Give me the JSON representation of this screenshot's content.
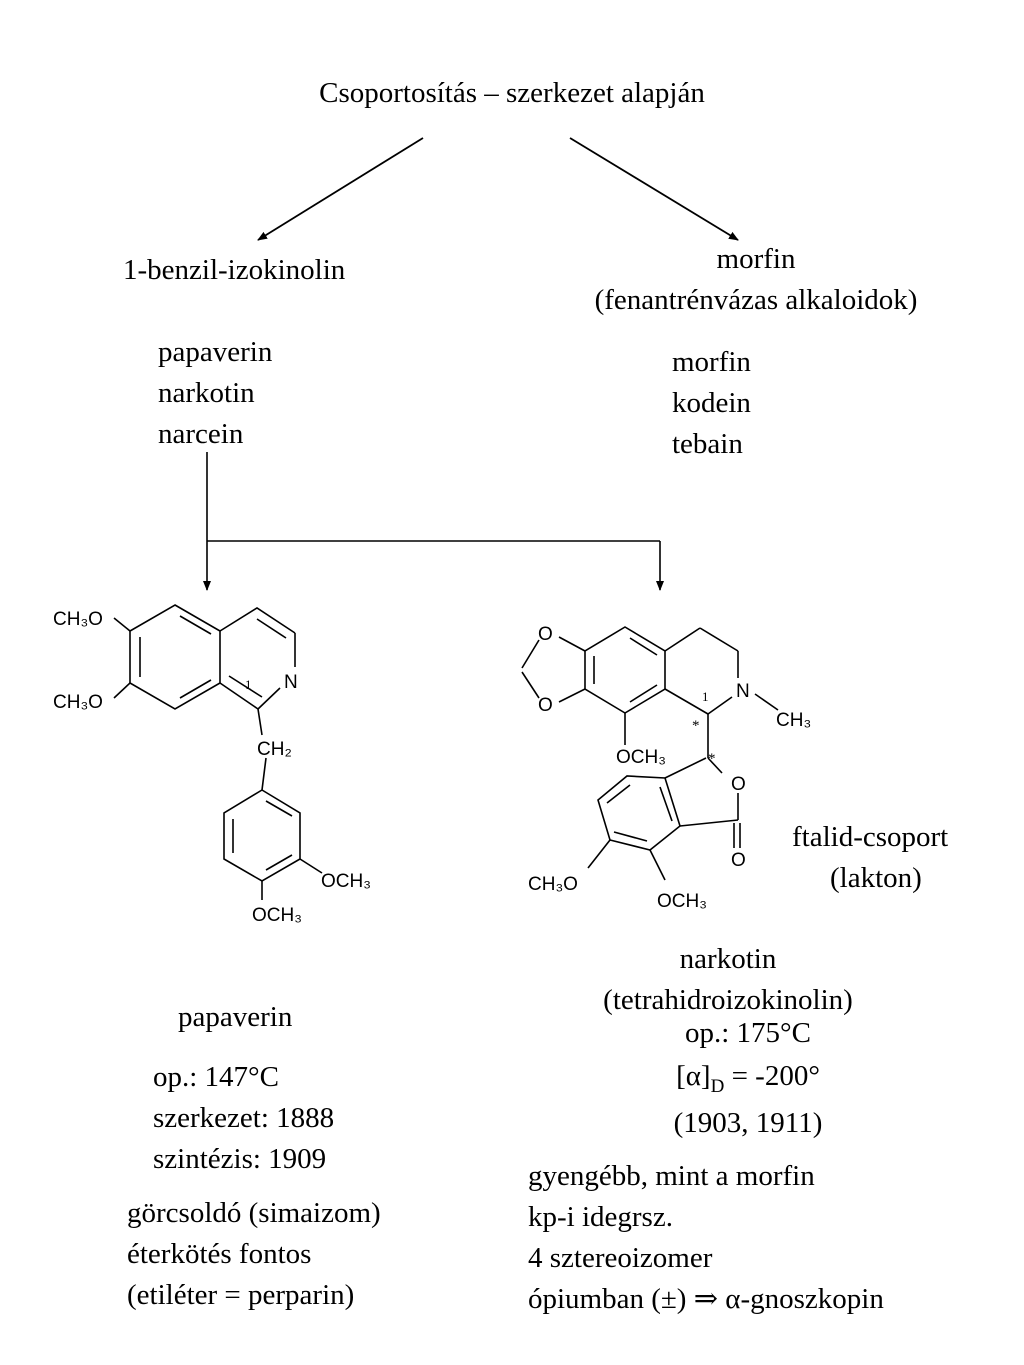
{
  "title": "Csoportosítás – szerkezet alapján",
  "left_group": {
    "heading": "1-benzil-izokinolin",
    "members": [
      "papaverin",
      "narkotin",
      "narcein"
    ]
  },
  "right_group": {
    "heading": "morfin",
    "subheading": "(fenantrénvázas alkaloidok)",
    "members": [
      "morfin",
      "kodein",
      "tebain"
    ]
  },
  "papaverin": {
    "structure_labels": {
      "ome1": "CH₃O",
      "ome2": "CH₃O",
      "n": "N",
      "pos1": "1",
      "ch2": "CH₂",
      "ome3": "OCH₃",
      "ome4": "OCH₃"
    },
    "name": "papaverin",
    "props": [
      "op.: 147°C",
      "szerkezet: 1888",
      "szintézis: 1909"
    ],
    "notes": [
      "görcsoldó (simaizom)",
      "éterkötés fontos",
      "(etiléter = perparin)"
    ]
  },
  "narkotin": {
    "structure_labels": {
      "o1": "O",
      "o2": "O",
      "n": "N",
      "ch3": "CH₃",
      "pos1": "1",
      "star1": "*",
      "star2": "*",
      "ome1": "OCH₃",
      "o_ring": "O",
      "o_carbonyl": "O",
      "ome2": "CH₃O",
      "ome3": "OCH₃"
    },
    "annotation": "ftalid-csoport",
    "annotation2": "(lakton)",
    "name": "narkotin",
    "subname": "(tetrahidroizokinolin)",
    "props": [
      "op.: 175°C",
      "[α]D = -200°",
      "(1903, 1911)"
    ],
    "notes": [
      "gyengébb, mint a morfin",
      "kp-i idegrsz.",
      "4 sztereoizomer",
      "ópiumban (±) ⇒ α-gnoszkopin"
    ]
  }
}
